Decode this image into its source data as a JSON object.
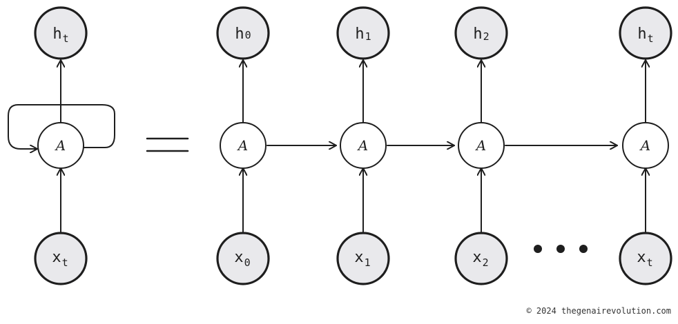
{
  "folded": {
    "hidden": {
      "main": "h",
      "sub": "t"
    },
    "cell": {
      "label": "A"
    },
    "input": {
      "main": "x",
      "sub": "t"
    }
  },
  "equals_sign": "=",
  "unrolled": [
    {
      "hidden": {
        "main": "h",
        "sub": "0"
      },
      "cell": {
        "label": "A"
      },
      "input": {
        "main": "x",
        "sub": "0"
      }
    },
    {
      "hidden": {
        "main": "h",
        "sub": "1"
      },
      "cell": {
        "label": "A"
      },
      "input": {
        "main": "x",
        "sub": "1"
      }
    },
    {
      "hidden": {
        "main": "h",
        "sub": "2"
      },
      "cell": {
        "label": "A"
      },
      "input": {
        "main": "x",
        "sub": "2"
      }
    },
    {
      "hidden": {
        "main": "h",
        "sub": "t"
      },
      "cell": {
        "label": "A"
      },
      "input": {
        "main": "x",
        "sub": "t"
      }
    }
  ],
  "ellipsis": "• • •",
  "credit": "© 2024 thegenairevolution.com",
  "colors": {
    "node_fill": "#e9e9ec",
    "stroke": "#1e1e1e",
    "background": "#ffffff"
  }
}
